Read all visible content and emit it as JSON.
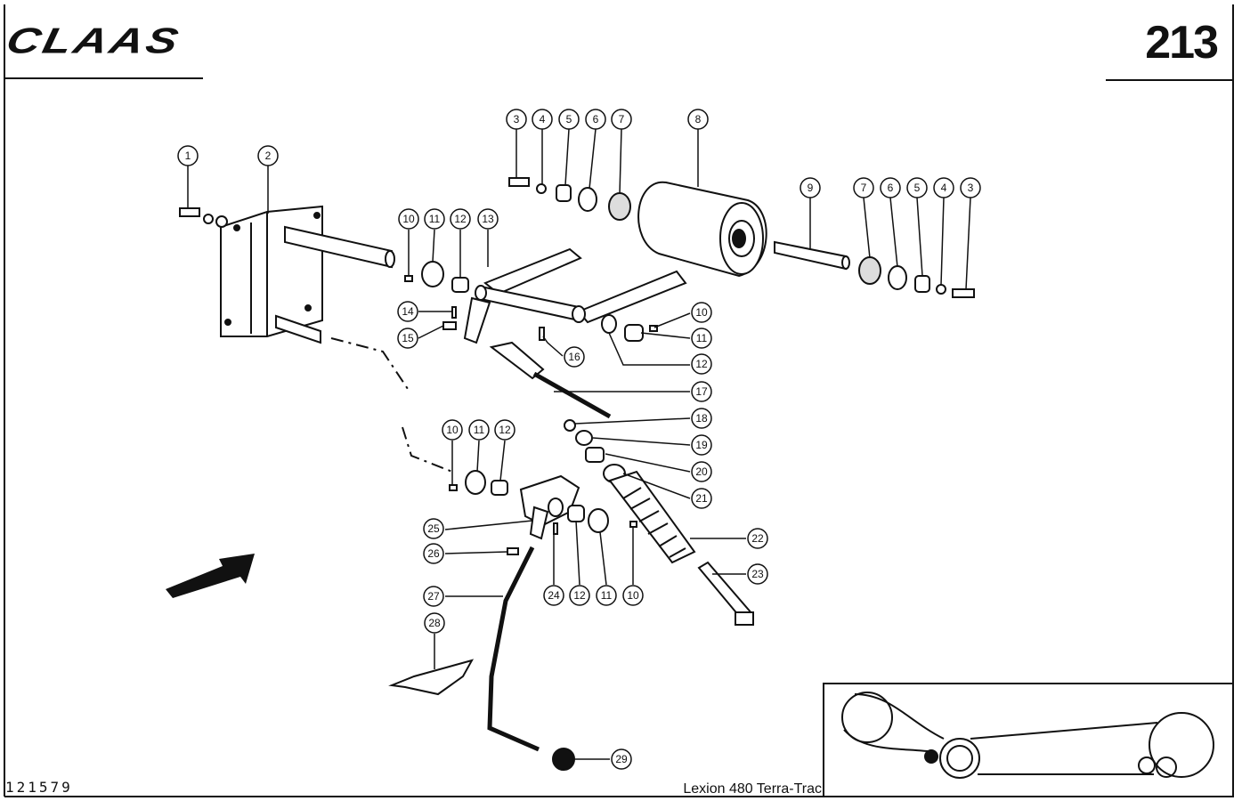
{
  "header": {
    "brand": "CLAAS",
    "page_number": "213"
  },
  "footer": {
    "drawing_number": "121579",
    "model": "Lexion 480 Terra-Trac"
  },
  "callouts": [
    "1",
    "2",
    "3",
    "4",
    "5",
    "6",
    "7",
    "8",
    "9",
    "7",
    "6",
    "5",
    "4",
    "3",
    "10",
    "11",
    "12",
    "13",
    "14",
    "15",
    "16",
    "10",
    "11",
    "12",
    "17",
    "18",
    "19",
    "20",
    "21",
    "10",
    "11",
    "12",
    "22",
    "23",
    "25",
    "26",
    "24",
    "12",
    "11",
    "10",
    "27",
    "28",
    "29"
  ]
}
